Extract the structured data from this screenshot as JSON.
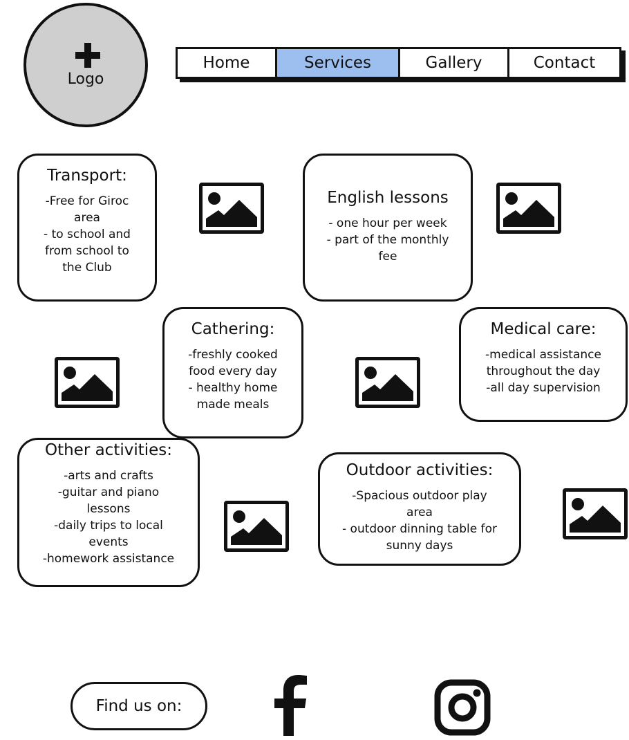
{
  "logo": {
    "label": "Logo"
  },
  "nav": {
    "tabs": [
      {
        "label": "Home"
      },
      {
        "label": "Services"
      },
      {
        "label": "Gallery"
      },
      {
        "label": "Contact"
      }
    ],
    "active_tab": "Services",
    "active_color": "#9dbff0"
  },
  "cards": {
    "transport": {
      "title": "Transport:",
      "lines": [
        "-Free for Giroc\narea",
        "- to school and\nfrom school to\nthe Club"
      ]
    },
    "english": {
      "title": "English lessons",
      "lines": [
        "- one hour per week",
        "- part of the monthly\nfee"
      ]
    },
    "cathering": {
      "title": "Cathering:",
      "lines": [
        "-freshly cooked\nfood every day",
        "- healthy home\nmade meals"
      ]
    },
    "medical": {
      "title": "Medical care:",
      "lines": [
        "-medical assistance\nthroughout the day",
        "-all day supervision"
      ]
    },
    "other": {
      "title": "Other activities:",
      "lines": [
        "-arts and crafts",
        "-guitar and piano\nlessons",
        "-daily trips to local\nevents",
        "-homework assistance"
      ]
    },
    "outdoor": {
      "title": "Outdoor activities:",
      "lines": [
        "-Spacious outdoor play\narea",
        "- outdoor dinning table for\nsunny days"
      ]
    }
  },
  "footer": {
    "find_label": "Find us on:",
    "icons": [
      "facebook-icon",
      "instagram-icon"
    ]
  }
}
